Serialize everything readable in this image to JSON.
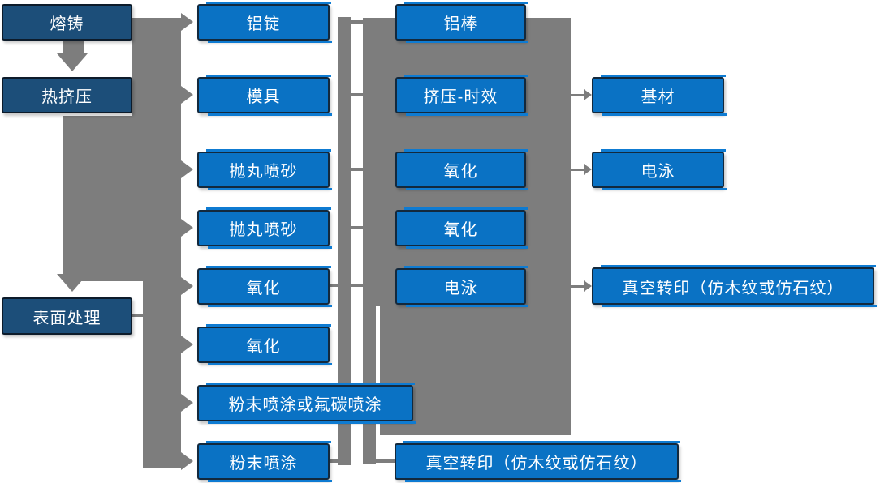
{
  "palette": {
    "process_box_blue": "#0A72C4",
    "stage_box_navy": "#1C4E79",
    "box_border": "#13293D",
    "connector_gray": "#7D7D7D",
    "text_color": "#FFFFFF",
    "background": "#FFFFFF"
  },
  "nodes": {
    "melt_cast": "熔铸",
    "hot_extrusion": "热挤压",
    "surface_treatment": "表面处理",
    "al_ingot": "铝锭",
    "mold": "模具",
    "shot_blasting_1": "抛丸喷砂",
    "shot_blasting_2": "抛丸喷砂",
    "oxidation_c2_1": "氧化",
    "oxidation_c2_2": "氧化",
    "powder_or_fluorocarbon_spray": "粉末喷涂或氟碳喷涂",
    "powder_spray": "粉末喷涂",
    "al_rod": "铝棒",
    "extrusion_aging": "挤压-时效",
    "oxidation_c3_1": "氧化",
    "oxidation_c3_2": "氧化",
    "electrophoresis_c3": "电泳",
    "vacuum_transfer_c3": "真空转印（仿木纹或仿石纹）",
    "base_material": "基材",
    "electrophoresis_c4": "电泳",
    "vacuum_transfer_c4": "真空转印（仿木纹或仿石纹）"
  }
}
